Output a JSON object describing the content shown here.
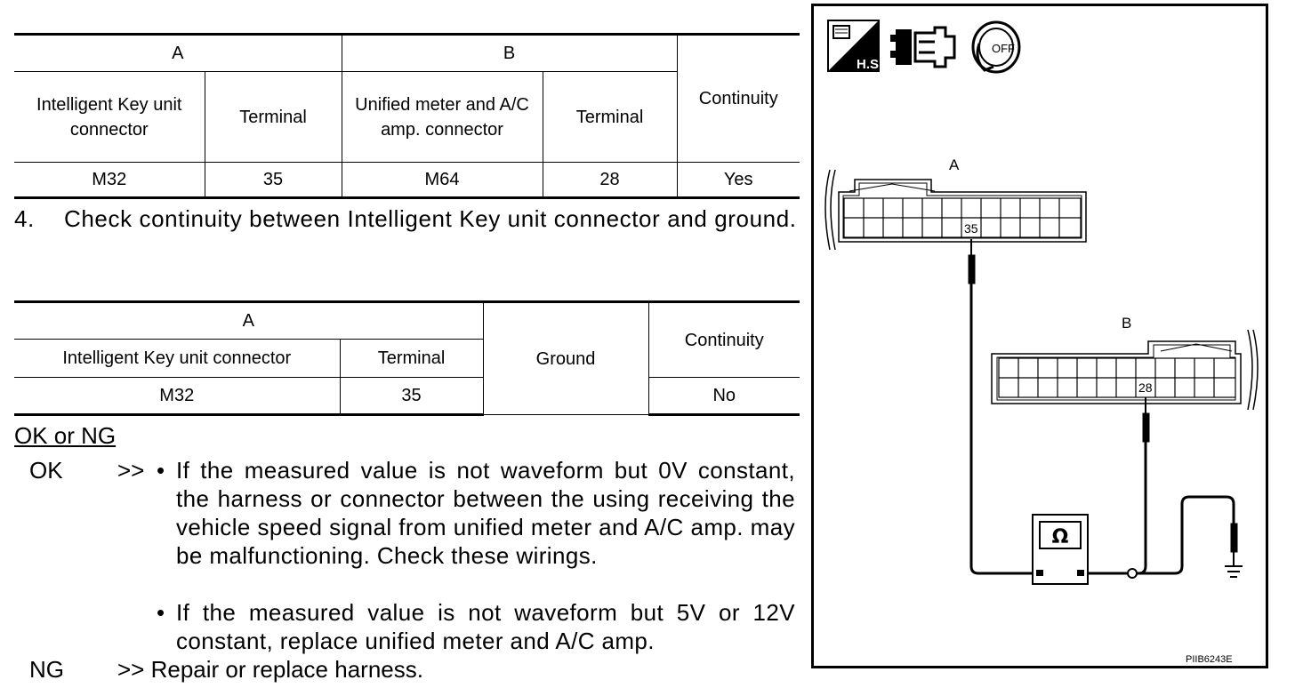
{
  "table1": {
    "header_a": "A",
    "header_b": "B",
    "header_continuity": "Continuity",
    "col_a_connector": "Intelligent Key unit connector",
    "col_a_terminal": "Terminal",
    "col_b_connector": "Unified meter and A/C amp. connector",
    "col_b_terminal": "Terminal",
    "row": {
      "a_connector": "M32",
      "a_terminal": "35",
      "b_connector": "M64",
      "b_terminal": "28",
      "continuity": "Yes"
    }
  },
  "step4": {
    "number": "4.",
    "text": "Check continuity between Intelligent Key unit connector and ground."
  },
  "table2": {
    "header_a": "A",
    "header_ground": "Ground",
    "header_continuity": "Continuity",
    "col_a_connector": "Intelligent Key unit connector",
    "col_a_terminal": "Terminal",
    "row": {
      "a_connector": "M32",
      "a_terminal": "35",
      "continuity": "No"
    }
  },
  "result": {
    "heading": "OK or NG",
    "ok_label": "OK",
    "ok_arrow": ">>",
    "bullet": "•",
    "ok_bullet1": "If the measured value is not waveform but 0V constant, the harness or connector between the using receiving the vehicle speed signal from unified meter and A/C amp. may be malfunctioning. Check these wirings.",
    "ok_bullet2": "If the measured value is not waveform but 5V or 12V constant, replace unified meter and A/C amp.",
    "ng_label": "NG",
    "ng_text": ">> Repair or replace harness."
  },
  "diagram": {
    "icon_hs_label": "H.S.",
    "icon_off_label": "OFF",
    "connector_a_label": "A",
    "connector_b_label": "B",
    "terminal_a": "35",
    "terminal_b": "28",
    "meter_symbol": "Ω",
    "figure_code": "PIIB6243E"
  }
}
